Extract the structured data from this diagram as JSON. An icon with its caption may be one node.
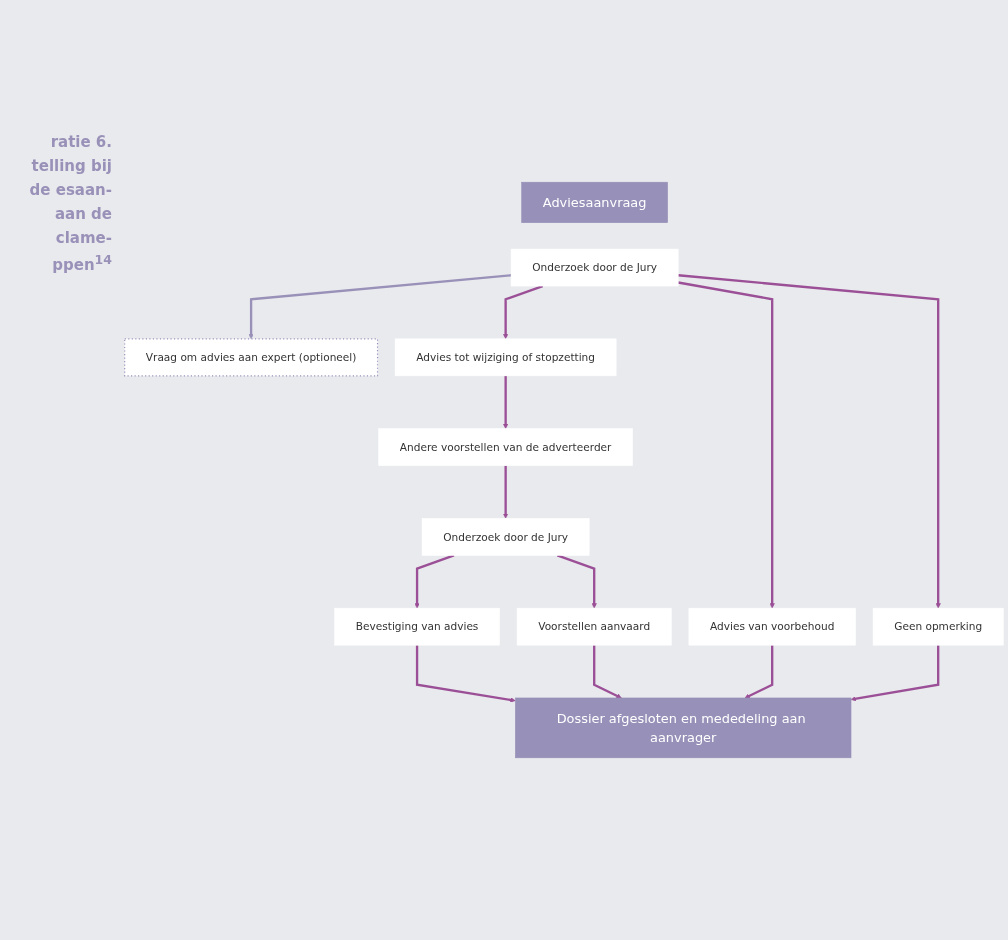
{
  "diagram": {
    "caption": "ratie 6. telling bij de esaan- aan de clame- ppen$^{14}$",
    "nodes": [
      {
        "text": [
          "Adviesaanvraag"
        ]
      },
      {
        "text": [
          "Vraag om advies aan expert (optioneel)"
        ]
      },
      {
        "text": [
          "Onderzoek door de Jury"
        ]
      },
      {
        "text": [
          "Advies tot wijziging of stopzetting"
        ]
      },
      {
        "text": [
          "Advies van voorbehoud"
        ]
      },
      {
        "text": [
          "Geen opmerking"
        ]
      },
      {
        "text": [
          "Andere voorstellen van de adverteerder"
        ]
      },
      {
        "text": [
          "Onderzoek door de Jury"
        ]
      },
      {
        "text": [
          "Bevestiging van advies"
        ]
      },
      {
        "text": [
          "Voorstellen aanvaard"
        ]
      },
      {
        "text": [
          "Dossier afgesloten en mededeling aan aanvrager"
        ]
      }
    ],
    "edges": [
      {
        "from": 2,
        "to": 1,
        "arrow": "to",
        "color": "#9a91b9"
      },
      {
        "from": 2,
        "to": 3,
        "arrow": "to"
      },
      {
        "from": 2,
        "to": 4,
        "arrow": "to"
      },
      {
        "from": 2,
        "to": 5,
        "arrow": "to"
      },
      {
        "from": 3,
        "to": 6,
        "arrow": "to"
      },
      {
        "from": 6,
        "to": 7,
        "arrow": "to"
      },
      {
        "from": 7,
        "to": 8,
        "arrow": "to"
      },
      {
        "from": 7,
        "to": 9,
        "arrow": "to"
      },
      {
        "from": 8,
        "to": 10,
        "arrow": "to"
      },
      {
        "from": 9,
        "to": 10,
        "arrow": "to"
      },
      {
        "from": 4,
        "to": 10,
        "arrow": "to"
      },
      {
        "from": 5,
        "to": 10,
        "arrow": "to"
      }
    ]
  }
}
